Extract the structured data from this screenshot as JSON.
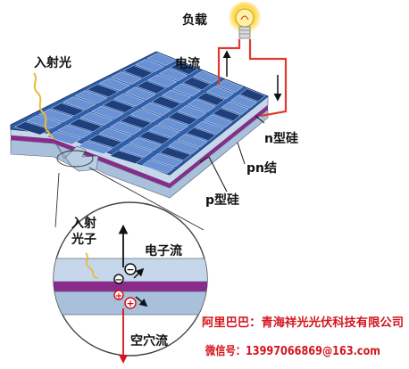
{
  "labels": {
    "load": "负载",
    "current": "电流",
    "incident_light": "入射光",
    "n_silicon": "n型硅",
    "pn_junction": "pn结",
    "p_silicon": "p型硅",
    "incident_photon_line1": "入射",
    "incident_photon_line2": "光子",
    "electron_flow": "电子流",
    "hole_flow": "空穴流"
  },
  "charges": {
    "electron_sign": "−",
    "hole_sign": "+"
  },
  "watermark": {
    "line1": "阿里巴巴：青海祥光光伏科技有限公司",
    "line2": "微信号：13997066869@163.com"
  },
  "colors": {
    "panel_blue": "#2f5fa9",
    "cell_light": "#6a92d4",
    "cell_dark": "#1e3f7c",
    "n_layer": "#c6d7ec",
    "junction": "#8a2a8a",
    "p_layer": "#a9c0dc",
    "wire": "#e03a2e",
    "light_ray": "#e9b93a",
    "watermark": "#d4141c"
  },
  "icons": {
    "load": "light-bulb-icon",
    "electron": "electron-icon",
    "hole": "hole-icon"
  }
}
